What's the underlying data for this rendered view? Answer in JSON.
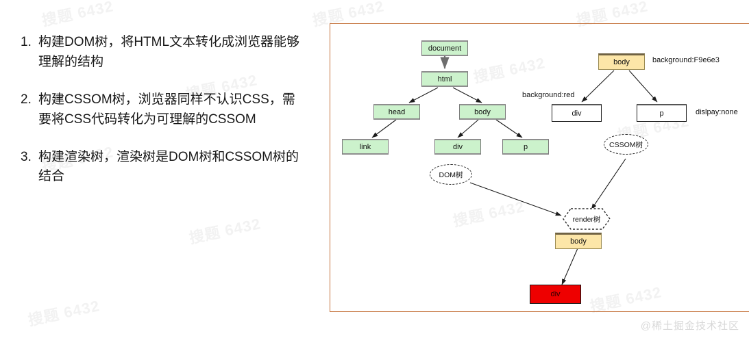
{
  "page": {
    "background": "#ffffff",
    "watermark_text": "搜题 6432",
    "brand_watermark": "@稀土掘金技术社区"
  },
  "steps": {
    "items": [
      {
        "number": "1.",
        "text": "构建DOM树，将HTML文本转化成浏览器能够理解的结构"
      },
      {
        "number": "2.",
        "text": "构建CSSOM树，浏览器同样不认识CSS，需要将CSS代码转化为可理解的CSSOM"
      },
      {
        "number": "3.",
        "text": "构建渲染树，渲染树是DOM树和CSSOM树的结合"
      }
    ]
  },
  "diagram": {
    "frame_color": "#c4713a",
    "colors": {
      "green_node": "#ccf2cc",
      "amber_node": "#fce6a8",
      "white_node": "#ffffff",
      "red_node": "#ee0000",
      "node_border": "#1a1a1a"
    },
    "dom_tree": {
      "nodes": {
        "document": "document",
        "html": "html",
        "head": "head",
        "body": "body",
        "link": "link",
        "div": "div",
        "p": "p"
      },
      "group_label": "DOM树"
    },
    "cssom_tree": {
      "nodes": {
        "body": "body",
        "div": "div",
        "p": "p"
      },
      "labels": {
        "body_style": "background:F9e6e3",
        "div_style": "background:red",
        "p_style": "dislpay:none"
      },
      "group_label": "CSSOM树"
    },
    "render_tree": {
      "group_label": "render树",
      "nodes": {
        "body": "body",
        "div": "div"
      }
    }
  }
}
